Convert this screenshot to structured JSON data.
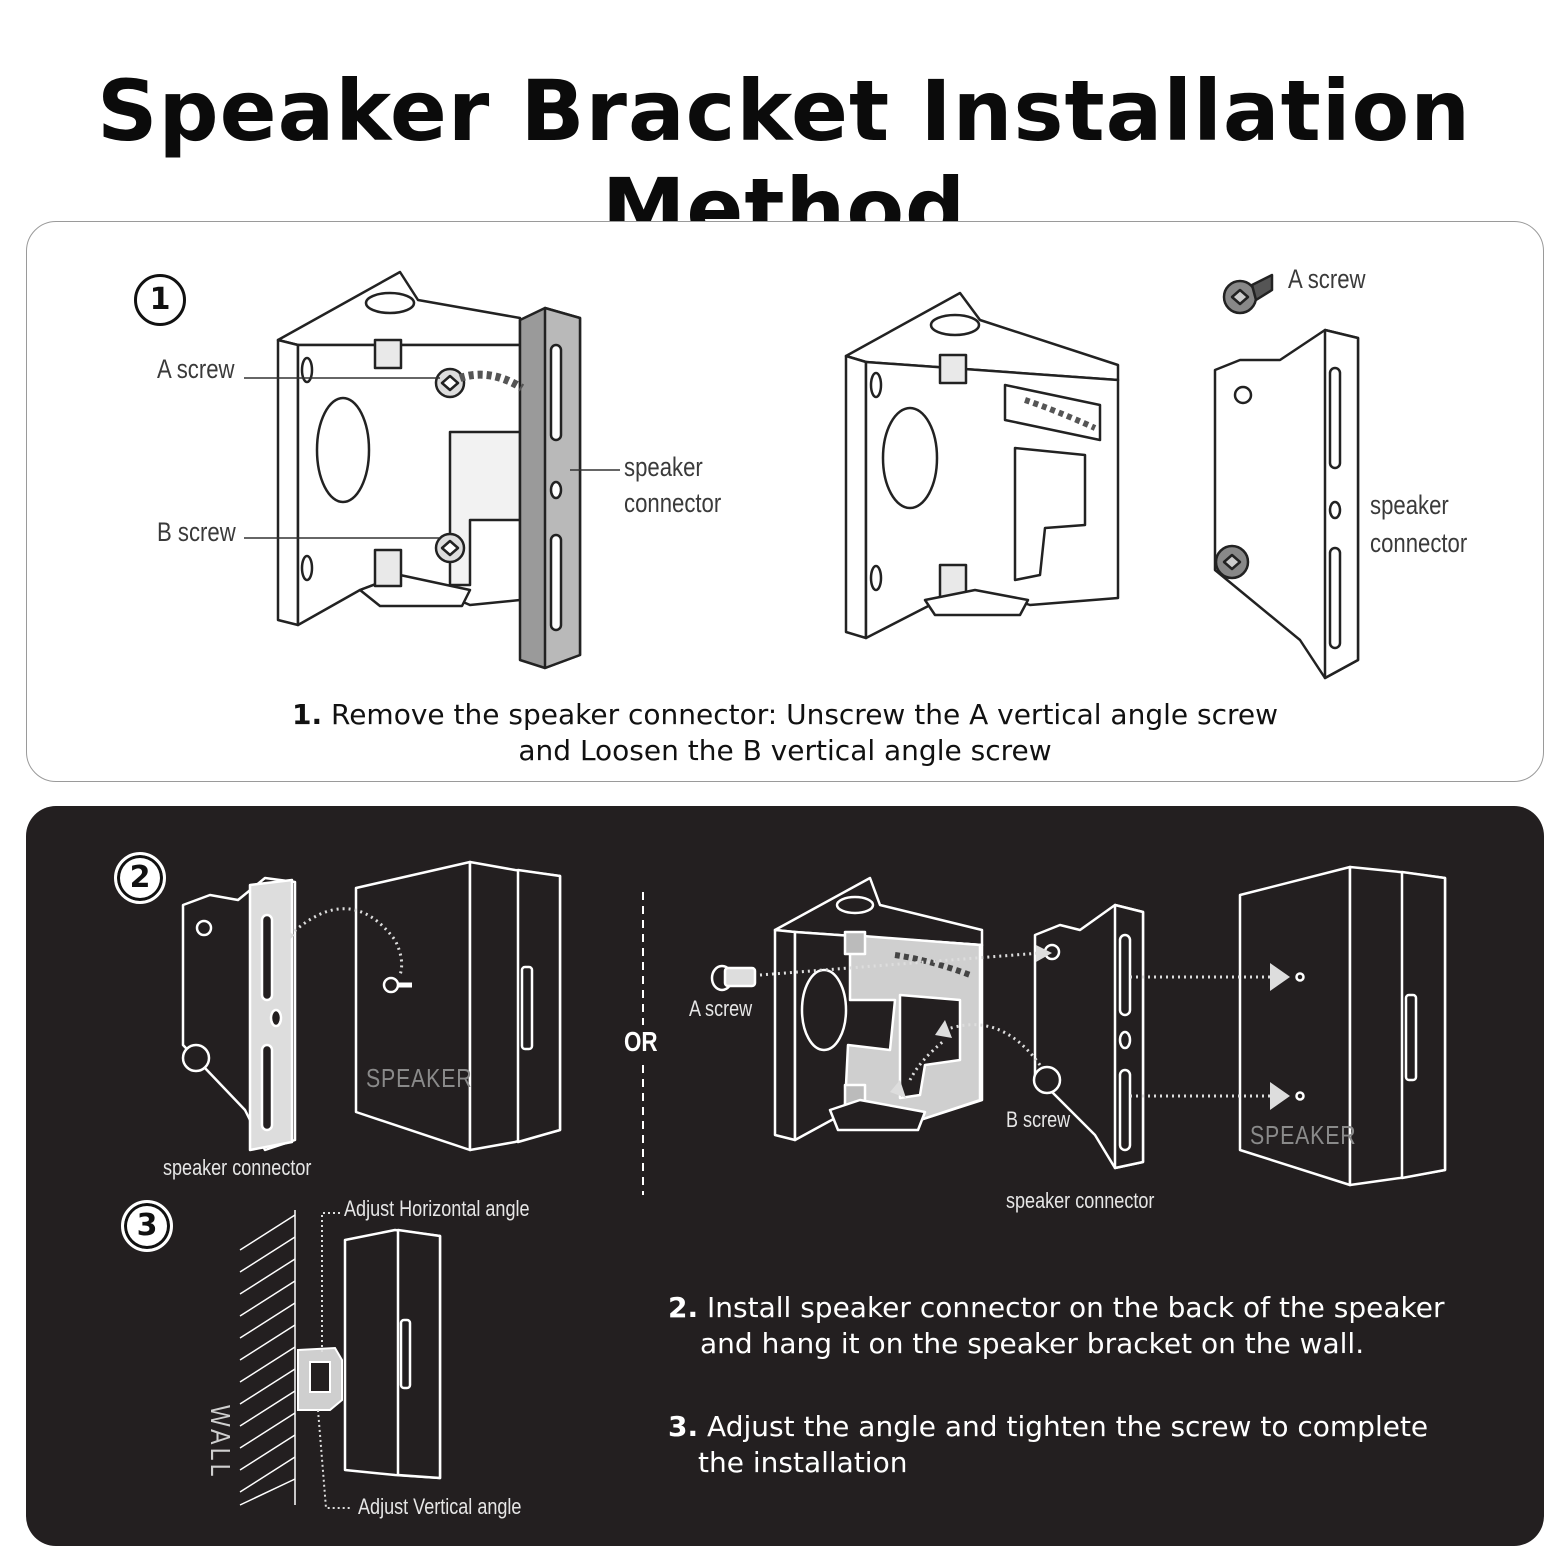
{
  "title": "Speaker Bracket Installation Method",
  "panel1": {
    "badge": "1",
    "labels": {
      "a_screw_left": "A screw",
      "b_screw_left": "B screw",
      "speaker_left_line1": "speaker",
      "speaker_left_line2": "connector",
      "a_screw_right": "A screw",
      "speaker_right_line1": "speaker",
      "speaker_right_line2": "connector"
    },
    "step": {
      "num": "1.",
      "line1": "Remove the speaker connector: Unscrew the A vertical angle screw",
      "line2": "and Loosen the B  vertical angle screw"
    }
  },
  "panel2": {
    "badge2": "2",
    "badge3": "3",
    "or": "OR",
    "labels": {
      "speaker_connector_left": "speaker connector",
      "speaker_box_left": "SPEAKER",
      "a_screw": "A screw",
      "b_screw": "B screw",
      "speaker_connector_mid": "speaker connector",
      "speaker_box_right": "SPEAKER",
      "adjust_horizontal": "Adjust Horizontal angle",
      "adjust_vertical": "Adjust Vertical angle",
      "wall": "WALL"
    },
    "step2": {
      "num": "2.",
      "line1": "Install speaker connector on the back of the speaker",
      "line2": "and hang it on the speaker bracket on the wall."
    },
    "step3": {
      "num": "3.",
      "line1": "Adjust the angle and tighten the  screw to complete",
      "line2": "the installation"
    }
  },
  "colors": {
    "panel_dark": "#231f20",
    "panel_border": "#9a9a9a",
    "text_dark": "#111111",
    "text_light": "#ffffff"
  }
}
